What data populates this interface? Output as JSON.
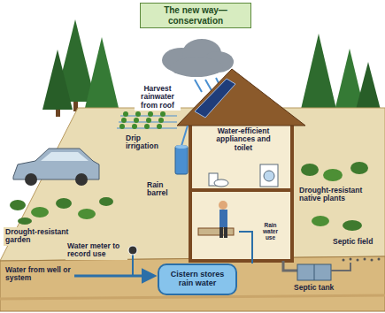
{
  "diagram": {
    "title": "The new way—conservation",
    "nodes": [
      {
        "text": [
          "Cistern stores rain water"
        ]
      }
    ],
    "labels": [
      "Harvest rainwater from roof",
      "Water-efficient appliances and toilet",
      "Drip irrigation",
      "Rain barrel",
      "Drought-resistant native plants",
      "Drought-resistant garden",
      "Water meter to record use",
      "Rain water use",
      "Water from well or system",
      "Septic field",
      "Septic tank"
    ]
  }
}
